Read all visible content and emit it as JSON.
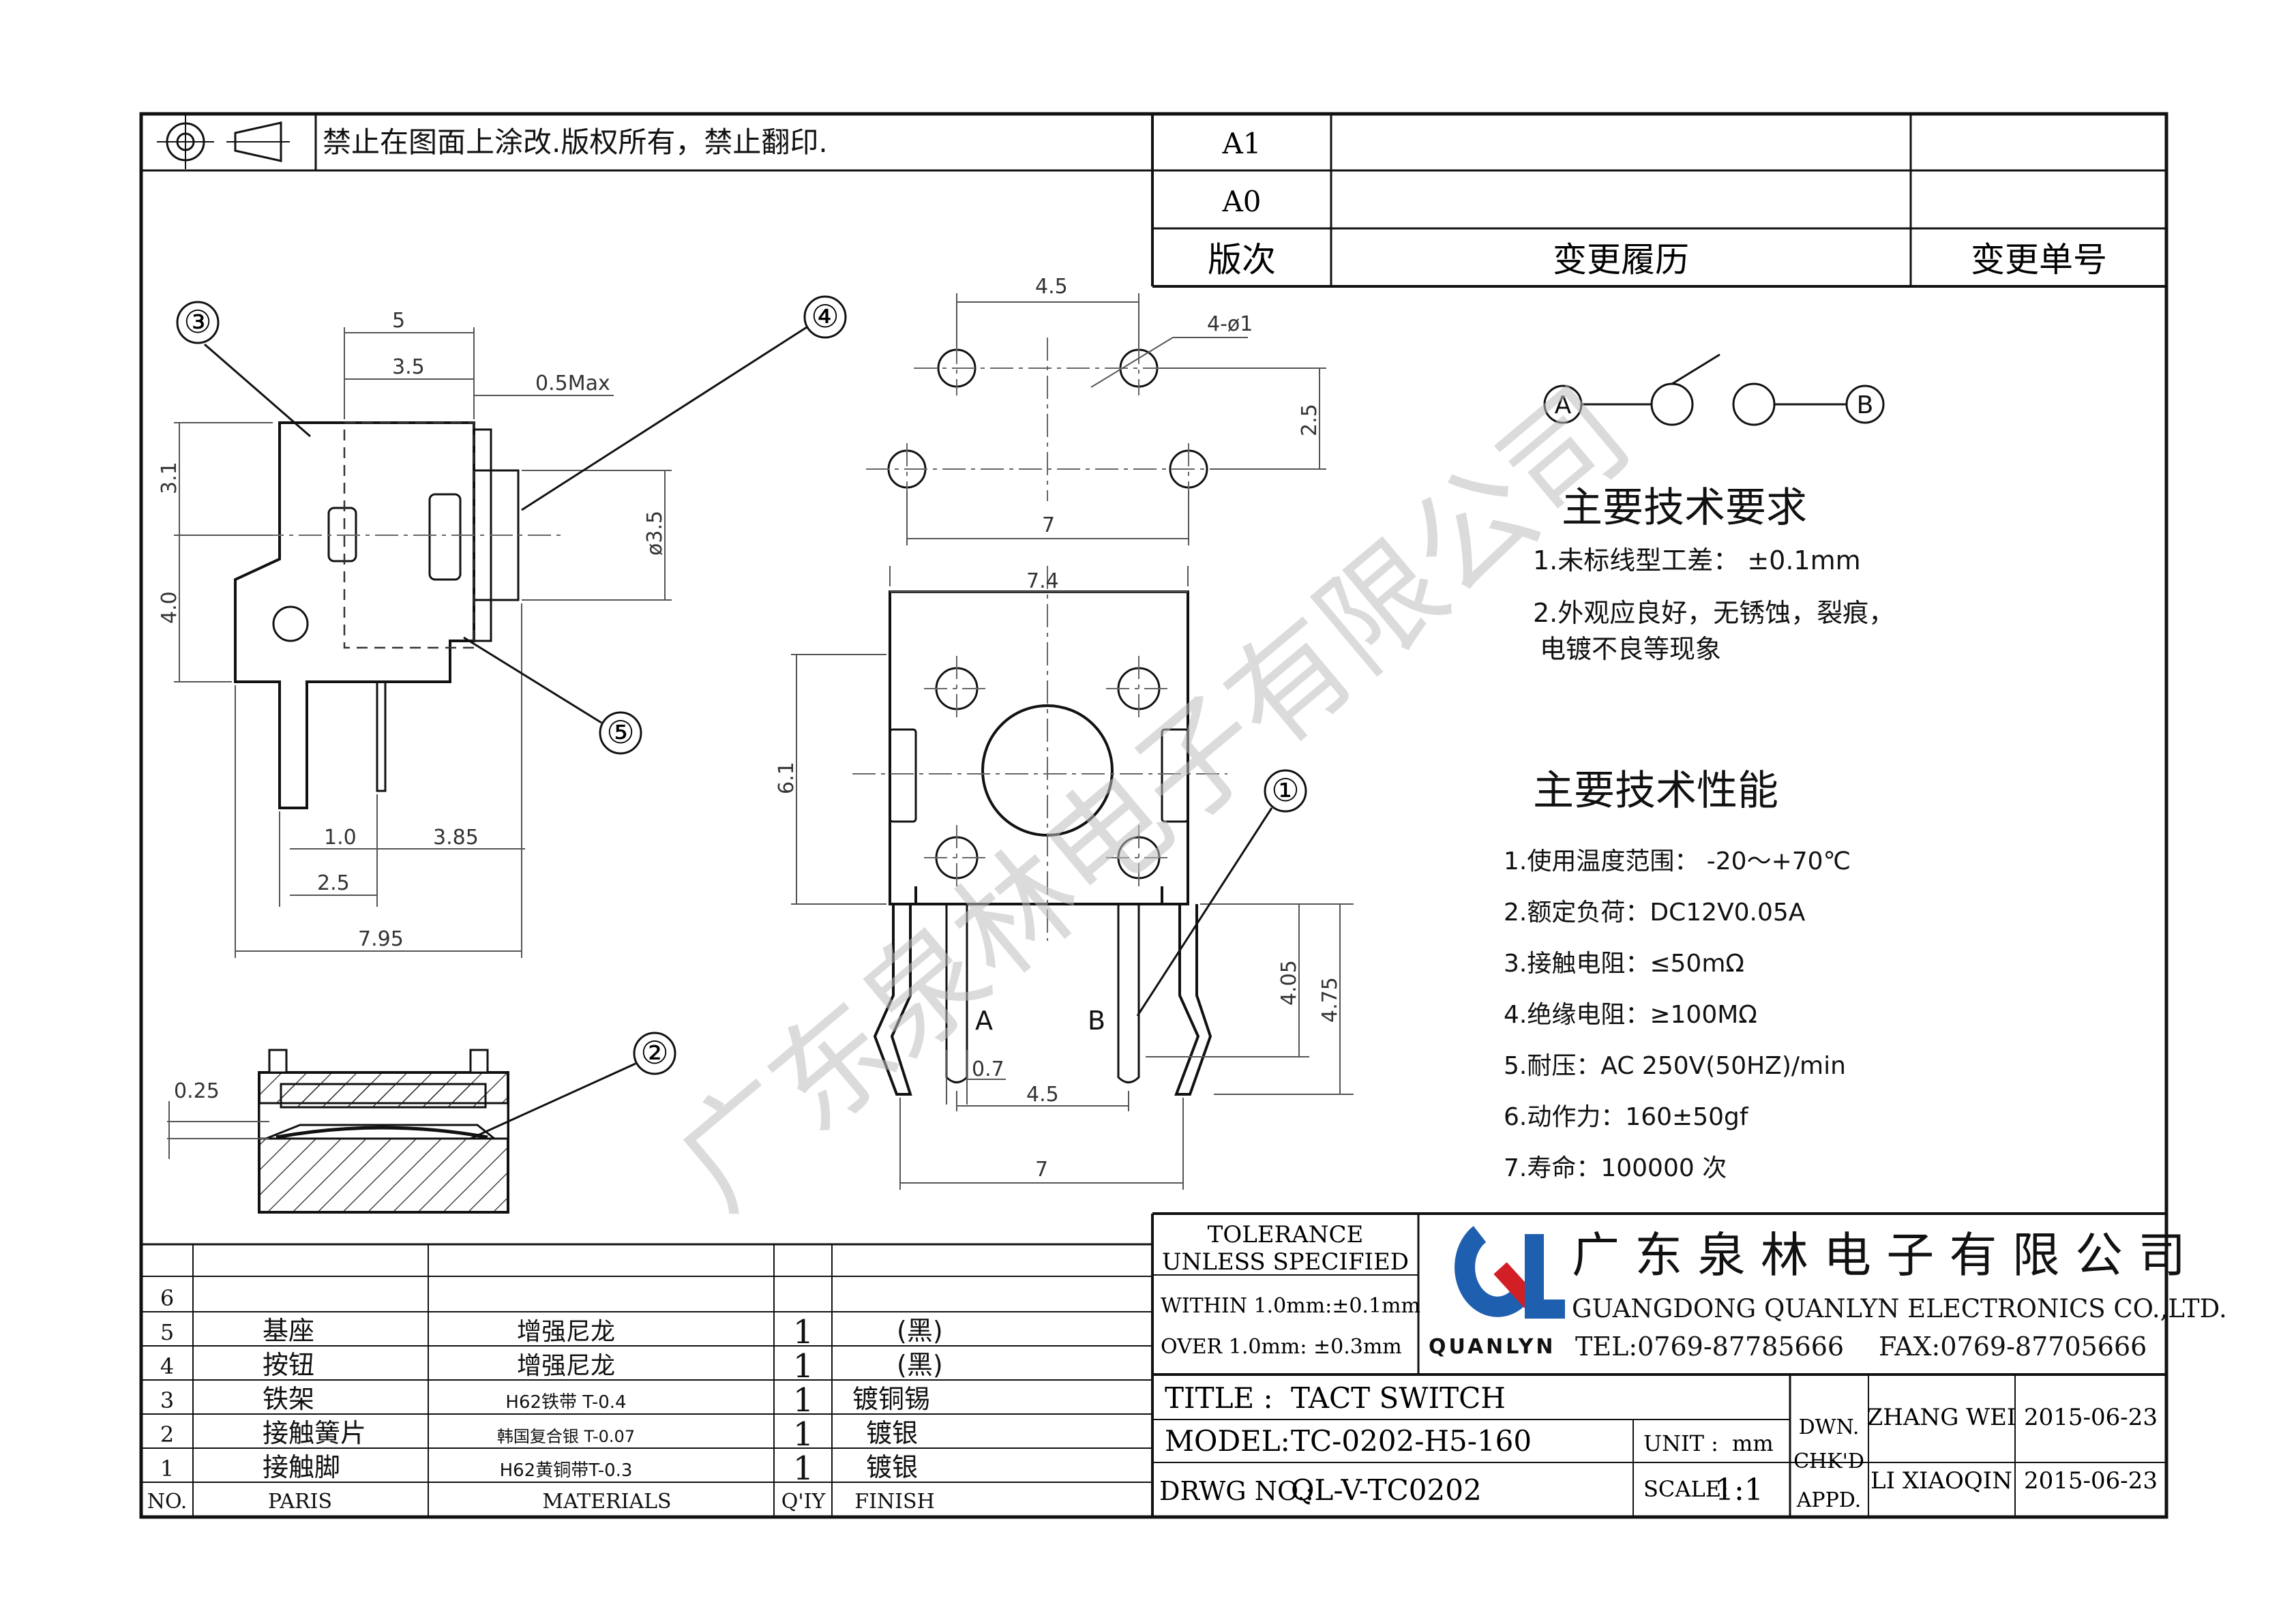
{
  "notice": "禁止在图面上涂改.版权所有，禁止翻印.",
  "revision_table": {
    "rows": [
      {
        "rev": "A1",
        "history": "",
        "change_no": ""
      },
      {
        "rev": "A0",
        "history": "",
        "change_no": ""
      }
    ],
    "headers": {
      "rev": "版次",
      "history": "变更履历",
      "change_no": "变更单号"
    }
  },
  "watermark": "广东泉林电子有限公司",
  "callouts": [
    "①",
    "②",
    "③",
    "④",
    "⑤"
  ],
  "dimensions": {
    "side": [
      "5",
      "3.5",
      "0.5Max",
      "3.1",
      "4.0",
      "ø3.5",
      "1.0",
      "3.85",
      "2.5",
      "7.95"
    ],
    "section": [
      "0.25"
    ],
    "pcb": [
      "4.5",
      "4-ø1",
      "2.5",
      "7"
    ],
    "front": [
      "7.4",
      "6.1",
      "4.05",
      "4.75",
      "0.7",
      "4.5",
      "7"
    ],
    "terminals": [
      "A",
      "B"
    ]
  },
  "schematic": {
    "a": "A",
    "b": "B"
  },
  "requirements": {
    "title": "主要技术要求",
    "items": [
      "1.未标线型工差：   ±0.1mm",
      "2.外观应良好，无锈蚀，裂痕，",
      "电镀不良等现象"
    ]
  },
  "performance": {
    "title": "主要技术性能",
    "items": [
      "1.使用温度范围：  -20～+70℃",
      "2.额定负荷：DC12V0.05A",
      "3.接触电阻：≤50mΩ",
      "4.绝缘电阻：≥100MΩ",
      "5.耐压：AC  250V(50HZ)/min",
      "6.动作力：160±50gf",
      "7.寿命：100000 次"
    ]
  },
  "bom": {
    "headers": {
      "no": "NO.",
      "part": "PARIS",
      "material": "MATERIALS",
      "qty": "Q'IY",
      "finish": "FINISH"
    },
    "rows": [
      {
        "no": "6",
        "part": "",
        "material": "",
        "qty": "",
        "finish": ""
      },
      {
        "no": "5",
        "part": "基座",
        "material": "增强尼龙",
        "qty": "1",
        "finish": "(黑)"
      },
      {
        "no": "4",
        "part": "按钮",
        "material": "增强尼龙",
        "qty": "1",
        "finish": "(黑)"
      },
      {
        "no": "3",
        "part": "铁架",
        "material": "H62铁带 T-0.4",
        "qty": "1",
        "finish": "镀铜锡"
      },
      {
        "no": "2",
        "part": "接触簧片",
        "material": "韩国复合银 T-0.07",
        "qty": "1",
        "finish": "镀银"
      },
      {
        "no": "1",
        "part": "接触脚",
        "material": "H62黄铜带T-0.3",
        "qty": "1",
        "finish": "镀银"
      }
    ]
  },
  "title_block": {
    "tolerance_line1": "TOLERANCE",
    "tolerance_line2": "UNLESS SPECIFIED",
    "within": "WITHIN 1.0mm:±0.1mm",
    "over": "OVER 1.0mm:  ±0.3mm",
    "company_cn": "广 东 泉 林 电 子 有 限 公 司",
    "company_en": "GUANGDONG QUANLYN ELECTRONICS CO.,LTD.",
    "logo_letters": "QL",
    "logo_text": "QUANLYN",
    "tel": "TEL:0769-87785666",
    "fax": "FAX:0769-87705666",
    "title_label": "TITLE :",
    "title_value": "TACT SWITCH",
    "model_label": "MODEL:",
    "model_value": "TC-0202-H5-160",
    "drwg_label": "DRWG NO.:",
    "drwg_value": "QL-V-TC0202",
    "unit_label": "UNIT :",
    "unit_value": "mm",
    "scale_label": "SCALE:",
    "scale_value": "1:1",
    "dwn_label": "DWN.",
    "chkd_label": "CHK'D",
    "appd_label": "APPD.",
    "dwn_name": "ZHANG WEI",
    "dwn_date": "2015-06-23",
    "chk_name": "LI XIAOQIN",
    "chk_date": "2015-06-23"
  },
  "colors": {
    "logo_blue": "#1f5fb0",
    "logo_red": "#d21f26",
    "line": "#111111",
    "watermark": "#bdbdbd"
  }
}
